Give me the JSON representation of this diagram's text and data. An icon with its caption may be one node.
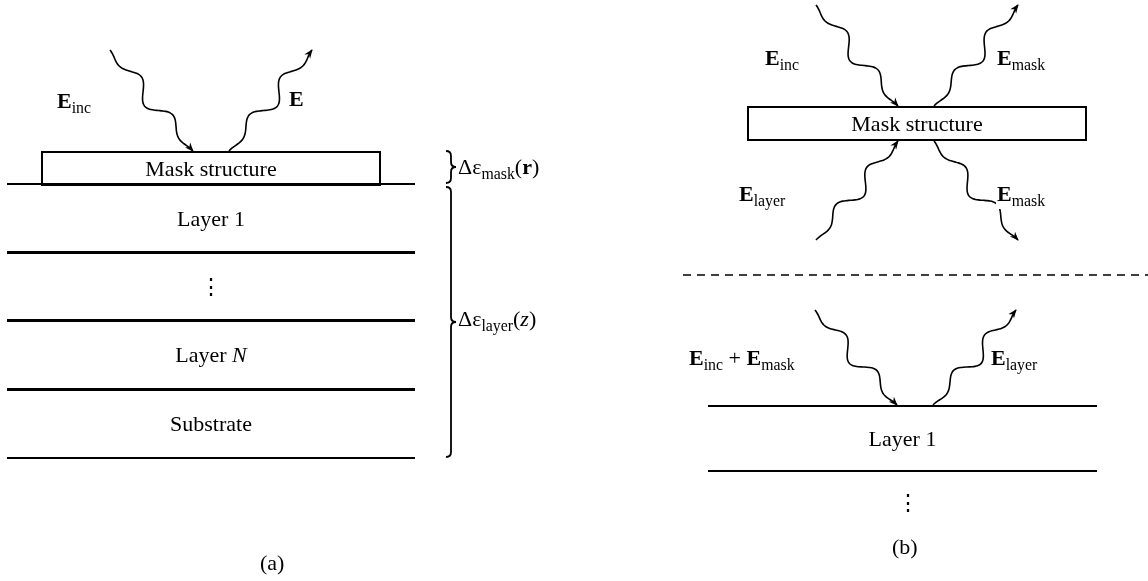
{
  "diagram": {
    "nodes": [
      {
        "text": [
          "Mask structure"
        ]
      },
      {
        "text": [
          "Layer 1"
        ]
      },
      {
        "text": [
          "⋮"
        ]
      },
      {
        "text": [
          "Layer *N*"
        ]
      },
      {
        "text": [
          "Substrate"
        ]
      },
      {
        "text": [
          "Mask structure"
        ]
      },
      {
        "text": [
          "Layer 1"
        ]
      }
    ],
    "edges": [
      {
        "from": null,
        "to": 0,
        "arrow": "to",
        "label": "**E**$_{inc}$"
      },
      {
        "from": 0,
        "to": null,
        "arrow": "to",
        "label": "**E**"
      },
      {
        "from": null,
        "to": 5,
        "arrow": "to",
        "label": "**E**$_{inc}$"
      },
      {
        "from": 5,
        "to": null,
        "arrow": "to",
        "label": "**E**$_{mask}$"
      },
      {
        "from": null,
        "to": 5,
        "arrow": "to",
        "label": "**E**$_{layer}$"
      },
      {
        "from": 5,
        "to": null,
        "arrow": "to",
        "label": "**E**$_{mask}$"
      },
      {
        "from": null,
        "to": 6,
        "arrow": "to",
        "label": "**E**$_{inc}$ + **E**$_{mask}$"
      },
      {
        "from": 6,
        "to": null,
        "arrow": "to",
        "label": "**E**$_{layer}$"
      }
    ],
    "labels": [
      "Δε$_{mask}$(**r**)",
      "Δε$_{layer}$(*z*)",
      "⋮",
      "(a)",
      "(b)"
    ]
  }
}
